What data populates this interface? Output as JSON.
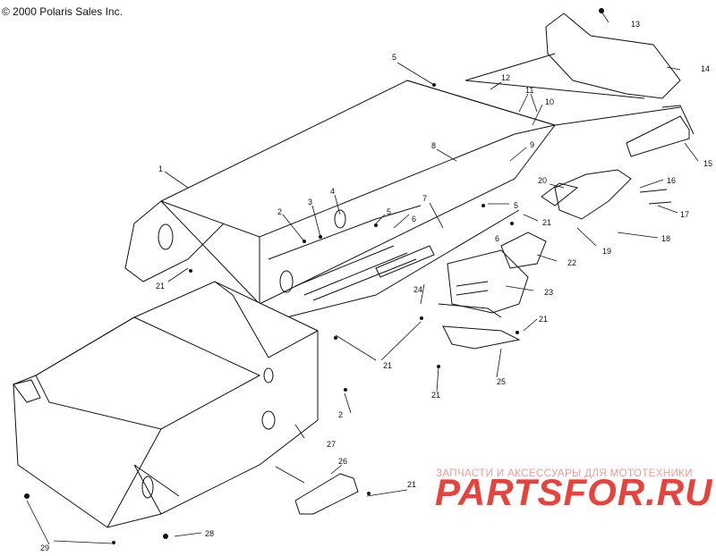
{
  "copyright": "© 2000 Polaris Sales Inc.",
  "watermark": {
    "subtitle": "ЗАПЧАСТИ И АКСЕССУАРЫ ДЛЯ МОТОТЕХНИКИ",
    "logo": "PARTSFOR.RU",
    "color": "#e7423c"
  },
  "callouts": {
    "c1": "1",
    "c2": "2",
    "c2b": "2",
    "c3": "3",
    "c4": "4",
    "c5a": "5",
    "c5b": "5",
    "c5c": "5",
    "c6a": "6",
    "c6b": "6",
    "c7": "7",
    "c8": "8",
    "c9": "9",
    "c10": "10",
    "c11": "11",
    "c12": "12",
    "c13": "13",
    "c14": "14",
    "c15": "15",
    "c16": "16",
    "c17": "17",
    "c18": "18",
    "c19": "19",
    "c20": "20",
    "c21a": "21",
    "c21b": "21",
    "c21c": "21",
    "c21d": "21",
    "c21e": "21",
    "c21f": "21",
    "c22": "22",
    "c23": "23",
    "c24": "24",
    "c25": "25",
    "c26": "26",
    "c27": "27",
    "c28": "28",
    "c29": "29"
  }
}
